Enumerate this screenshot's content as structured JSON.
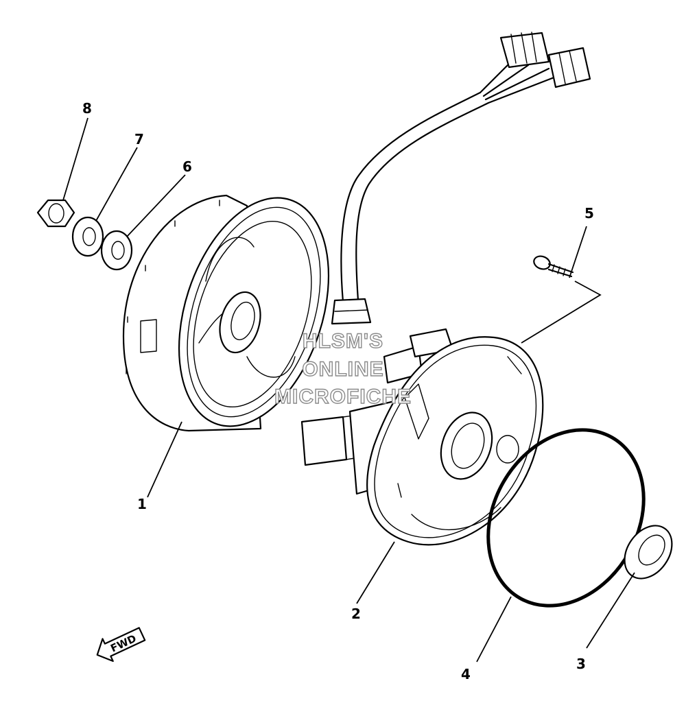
{
  "diagram": {
    "callouts": [
      {
        "id": "1",
        "text": "1"
      },
      {
        "id": "2",
        "text": "2"
      },
      {
        "id": "3",
        "text": "3"
      },
      {
        "id": "4",
        "text": "4"
      },
      {
        "id": "5",
        "text": "5"
      },
      {
        "id": "6",
        "text": "6"
      },
      {
        "id": "7",
        "text": "7"
      },
      {
        "id": "8",
        "text": "8"
      }
    ],
    "direction_marker": "FWD",
    "watermark": [
      "HLSM'S",
      "ONLINE",
      "MICROFICHE"
    ]
  }
}
